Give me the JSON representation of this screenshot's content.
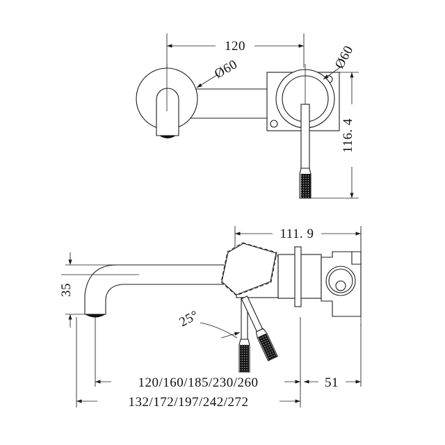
{
  "drawing": {
    "title": "Wall mixer technical drawing",
    "background_color": "#ffffff",
    "line_color": "#1a1a1a",
    "views": [
      {
        "name": "front-view",
        "label": ""
      },
      {
        "name": "side-view",
        "label": ""
      }
    ]
  },
  "front_view": {
    "dimensions": {
      "spacing": "120",
      "plate_diameter_left": "Ø60",
      "plate_diameter_right": "Ø60",
      "height": "116. 4"
    }
  },
  "side_view": {
    "dimensions": {
      "body_length": "111. 9",
      "spout_height": "35",
      "handle_angle": "25°",
      "spout_projection": "120/160/185/230/260",
      "overall_projection": "132/172/197/242/272",
      "wall_offset": "51"
    }
  },
  "labels": {
    "diameter_symbol": "Ø",
    "degree_symbol": "°"
  }
}
